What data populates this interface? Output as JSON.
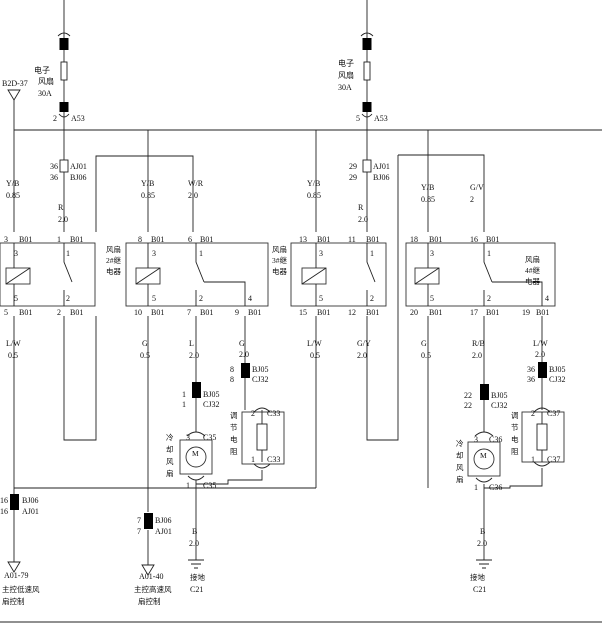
{
  "fuses": [
    {
      "id": "fuse-1",
      "label": [
        "电子",
        "风扇",
        "30A"
      ],
      "top_pin": "",
      "bottom_pin": "2",
      "bottom_conn": "A53"
    },
    {
      "id": "fuse-2",
      "label": [
        "电子",
        "风扇",
        "30A"
      ],
      "top_pin": "",
      "bottom_pin": "5",
      "bottom_conn": "A53"
    }
  ],
  "left_terminal": {
    "label": "B2D-37"
  },
  "connectors": {
    "aj01_36": {
      "pins": [
        "36",
        "36"
      ],
      "names": [
        "AJ01",
        "BJ06"
      ]
    },
    "aj01_29": {
      "pins": [
        "29",
        "29"
      ],
      "names": [
        "AJ01",
        "BJ06"
      ]
    },
    "bj06_16": {
      "pins": [
        "16",
        "16"
      ],
      "names": [
        "BJ06",
        "AJ01"
      ]
    },
    "bj06_7": {
      "pins": [
        "7",
        "7"
      ],
      "names": [
        "BJ06",
        "AJ01"
      ]
    },
    "bj05_8": {
      "pins": [
        "8",
        "8"
      ],
      "names": [
        "BJ05",
        "CJ32"
      ]
    },
    "bj05_1": {
      "pins": [
        "1",
        "1"
      ],
      "names": [
        "BJ05",
        "CJ32"
      ]
    },
    "bj05_36": {
      "pins": [
        "36",
        "36"
      ],
      "names": [
        "BJ05",
        "CJ32"
      ]
    },
    "bj05_22": {
      "pins": [
        "22",
        "22"
      ],
      "names": [
        "BJ05",
        "CJ32"
      ]
    }
  },
  "wires": [
    {
      "id": "w-yb-1",
      "color": "Y/B",
      "gauge": "0.85"
    },
    {
      "id": "w-r-1",
      "color": "R",
      "gauge": "2.0"
    },
    {
      "id": "w-yb-2",
      "color": "Y/B",
      "gauge": "0.85"
    },
    {
      "id": "w-wr-1",
      "color": "W/R",
      "gauge": "2.0"
    },
    {
      "id": "w-yb-3",
      "color": "Y/B",
      "gauge": "0.85"
    },
    {
      "id": "w-r-2",
      "color": "R",
      "gauge": "2.0"
    },
    {
      "id": "w-yb-4",
      "color": "Y/B",
      "gauge": "0.85"
    },
    {
      "id": "w-gv-1",
      "color": "G/V",
      "gauge": "2"
    },
    {
      "id": "w-lw-1",
      "color": "L/W",
      "gauge": "0.5"
    },
    {
      "id": "w-g-1",
      "color": "G",
      "gauge": "0.5"
    },
    {
      "id": "w-l-1",
      "color": "L",
      "gauge": "2.0"
    },
    {
      "id": "w-g-2",
      "color": "G",
      "gauge": "2.0"
    },
    {
      "id": "w-lw-2",
      "color": "L/W",
      "gauge": "0.5"
    },
    {
      "id": "w-gy-1",
      "color": "G/Y",
      "gauge": "2.0"
    },
    {
      "id": "w-g-3",
      "color": "G",
      "gauge": "0.5"
    },
    {
      "id": "w-rb-1",
      "color": "R/B",
      "gauge": "2.0"
    },
    {
      "id": "w-lw-3",
      "color": "L/W",
      "gauge": "2.0"
    },
    {
      "id": "w-b-1",
      "color": "B",
      "gauge": "2.0"
    },
    {
      "id": "w-b-2",
      "color": "B",
      "gauge": "2.0"
    }
  ],
  "relays": [
    {
      "id": "relay-1",
      "name": [],
      "pins_top": [
        "3",
        "1"
      ],
      "pins_bottom": [
        "5",
        "2"
      ],
      "conn": "B01",
      "conn_top": [
        "3",
        "1"
      ],
      "conn_bottom": [
        "5",
        "2"
      ]
    },
    {
      "id": "relay-2",
      "name": [
        "风扇",
        "2#继",
        "电器"
      ],
      "pins_top": [
        "3",
        "1"
      ],
      "pins_bottom": [
        "5",
        "2",
        "4"
      ],
      "conn": "B01",
      "conn_top": [
        "8",
        "6"
      ],
      "conn_bottom": [
        "10",
        "7",
        "9"
      ]
    },
    {
      "id": "relay-3",
      "name": [
        "风扇",
        "3#继",
        "电器"
      ],
      "pins_top": [
        "3",
        "1"
      ],
      "pins_bottom": [
        "5",
        "2"
      ],
      "conn": "B01",
      "conn_top": [
        "13",
        "11"
      ],
      "conn_bottom": [
        "15",
        "12"
      ]
    },
    {
      "id": "relay-4",
      "name": [
        "风扇",
        "4#继",
        "电器"
      ],
      "pins_top": [
        "3",
        "1"
      ],
      "pins_bottom": [
        "5",
        "2",
        "4"
      ],
      "conn": "B01",
      "conn_top": [
        "18",
        "16"
      ],
      "conn_bottom": [
        "20",
        "17",
        "19"
      ]
    }
  ],
  "motors": [
    {
      "id": "motor-1",
      "symbol": "M",
      "label": [
        "冷",
        "却",
        "风",
        "扇"
      ],
      "conn": "C35",
      "pins": [
        "3",
        "1"
      ]
    },
    {
      "id": "motor-2",
      "symbol": "M",
      "label": [
        "冷",
        "却",
        "风",
        "扇"
      ],
      "conn": "C36",
      "pins": [
        "3",
        "1"
      ]
    }
  ],
  "resistors": [
    {
      "id": "resistor-1",
      "label": [
        "调",
        "节",
        "电",
        "阻"
      ],
      "conn": "C33",
      "pins": [
        "2",
        "1"
      ]
    },
    {
      "id": "resistor-2",
      "label": [
        "调",
        "节",
        "电",
        "阻"
      ],
      "conn": "C37",
      "pins": [
        "2",
        "1"
      ]
    }
  ],
  "terminals": [
    {
      "id": "term-low",
      "code": "A01-79",
      "text": [
        "主控低速风",
        "扇控制"
      ]
    },
    {
      "id": "term-high",
      "code": "A01-40",
      "text": [
        "主控高速风",
        "扇控制"
      ]
    }
  ],
  "grounds": [
    {
      "id": "gnd-1",
      "text": [
        "接地",
        "C21"
      ]
    },
    {
      "id": "gnd-2",
      "text": [
        "接地",
        "C21"
      ]
    }
  ]
}
